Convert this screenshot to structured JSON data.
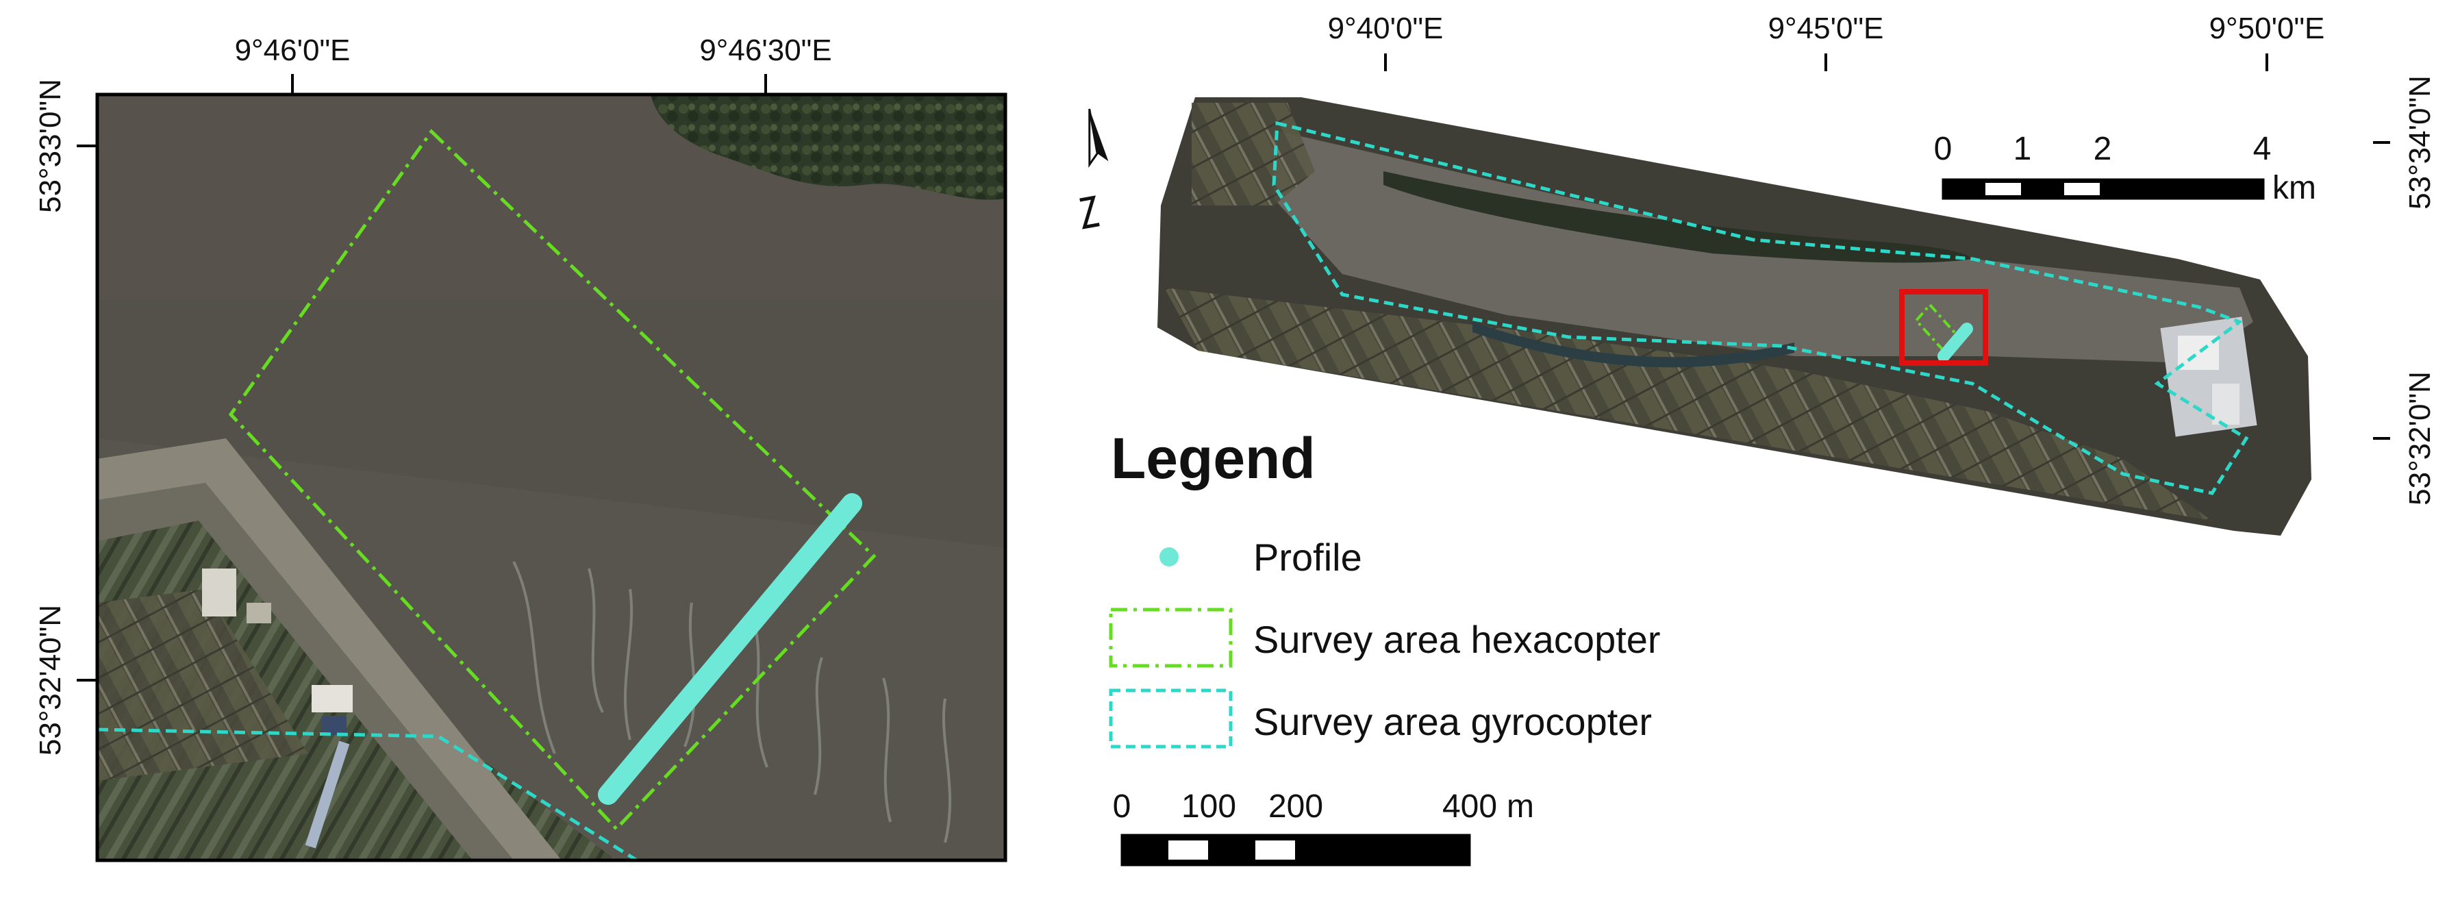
{
  "left_map": {
    "top_longitudes": [
      "9°46'0\"E",
      "9°46'30\"E"
    ],
    "left_latitudes": [
      "53°33'0\"N",
      "53°32'40\"N"
    ]
  },
  "right_map": {
    "top_longitudes": [
      "9°40'0\"E",
      "9°45'0\"E",
      "9°50'0\"E"
    ],
    "right_latitudes": [
      "53°34'0\"N",
      "53°32'0\"N"
    ],
    "scalebar": {
      "ticks": [
        "0",
        "1",
        "2",
        "4"
      ],
      "unit": "km"
    }
  },
  "legend": {
    "title": "Legend",
    "items": [
      {
        "label": "Profile",
        "color": "#6ee8d7",
        "symbol": "dot"
      },
      {
        "label": "Survey area hexacopter",
        "color": "#66dd22",
        "symbol": "dash-dot-box"
      },
      {
        "label": "Survey area gyrocopter",
        "color": "#2ed8c8",
        "symbol": "dashed-box"
      }
    ]
  },
  "bottom_scalebar": {
    "ticks": [
      "0",
      "100",
      "200",
      "400"
    ],
    "unit": "m"
  },
  "colors": {
    "profile": "#6ee8d7",
    "hexacopter": "#66dd22",
    "gyrocopter": "#2ed8c8",
    "inset_box": "#e01010",
    "mudflat": "#54514a",
    "frame": "#000000"
  }
}
